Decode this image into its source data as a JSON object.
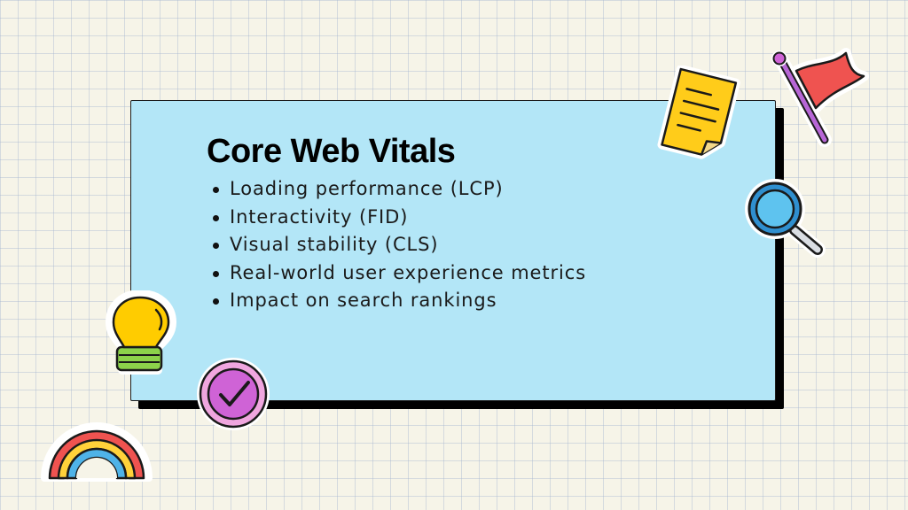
{
  "slide": {
    "title": "Core Web Vitals",
    "bullets": [
      "Loading performance (LCP)",
      "Interactivity (FID)",
      "Visual stability (CLS)",
      "Real-world user experience metrics",
      "Impact on search rankings"
    ]
  },
  "colors": {
    "background": "#f6f4e8",
    "grid_line": "#aab9d2",
    "card": "#b3e6f7",
    "card_shadow": "#000000",
    "note": "#ffcc1a",
    "flag": "#ef5350",
    "flag_pole": "#b766d6",
    "magnifier": "#3aa0d6",
    "bulb": "#ffcc00",
    "bulb_base": "#8cd24a",
    "check_badge": "#cf63d6",
    "rainbow_red": "#ef5350",
    "rainbow_yellow": "#ffd23a",
    "rainbow_blue": "#4fb3e8"
  },
  "stickers": [
    "sticky-note-icon",
    "flag-icon",
    "magnifying-glass-icon",
    "lightbulb-icon",
    "checkmark-badge-icon",
    "rainbow-icon"
  ]
}
